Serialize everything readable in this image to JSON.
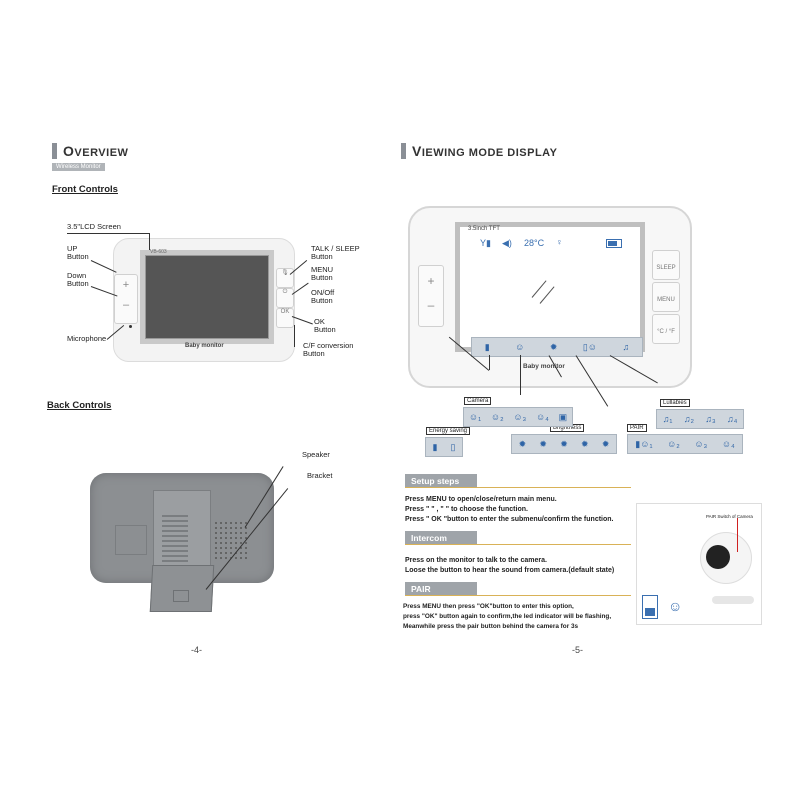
{
  "left": {
    "section_title": "Overview",
    "section_badge": "Wireless Monitor",
    "front_controls": "Front Controls",
    "back_controls": "Back Controls",
    "labels": {
      "lcd": "3.5\"LCD Screen",
      "up": "UP",
      "up2": "Button",
      "down": "Down",
      "down2": "Button",
      "microphone": "Microphone",
      "talk": "TALK / SLEEP",
      "talk2": "Button",
      "menu": "MENU",
      "menu2": "Button",
      "onoff": "ON/Off",
      "onoff2": "Button",
      "ok": "OK",
      "ok2": "Button",
      "cf": "C/F conversion",
      "cf2": "Button",
      "speaker": "Speaker",
      "bracket": "Bracket"
    },
    "device_brand": "Baby monitor",
    "device_model": "VB-603",
    "page_number": "-4-"
  },
  "right": {
    "section_title": "Viewing Mode Display",
    "tft_label": "3.5inch TFT",
    "temperature": "28°C",
    "device_brand": "Baby monitor",
    "side_buttons": [
      "SLEEP",
      "MENU",
      "°C / °F"
    ],
    "tags": {
      "camera": "Camera",
      "energy": "Energy saving",
      "brightness": "Brightness",
      "pair": "PAIR",
      "lullabies": "Lullabies"
    },
    "setup_banner": "Setup steps",
    "setup_lines": [
      "Press MENU to open/close/return main menu.",
      "Press \" \" , \" \" to choose the function.",
      "Press \" OK \"button to enter the submenu/confirm the function."
    ],
    "intercom_banner": "Intercom",
    "intercom_lines": [
      "Press  on the monitor to talk to the camera.",
      "Loose the button to hear the sound from camera.(default state)"
    ],
    "pair_banner": "PAIR",
    "pair_lines": [
      "Press MENU then press \"OK\"button to enter this option,",
      "press \"OK\" button again to confirm,the led indicator will be flashing,",
      "Meanwhile press  the pair button behind the camera for 3s"
    ],
    "camera_caption": "PAIR Switch of Camera",
    "page_number": "-5-"
  },
  "colors": {
    "accent_blue": "#3a6fb0",
    "banner_gray": "#9fa4a9",
    "gold": "#d9b257"
  }
}
